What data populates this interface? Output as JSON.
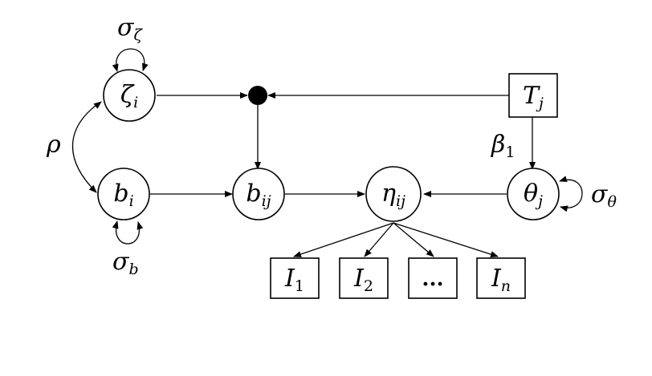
{
  "nodes": {
    "zeta_i": {
      "main": "ζ",
      "sub": "i"
    },
    "b_i": {
      "main": "b",
      "sub": "i"
    },
    "b_ij": {
      "main": "b",
      "sub": "ij"
    },
    "eta_ij": {
      "main": "η",
      "sub": "ij"
    },
    "theta_j": {
      "main": "θ",
      "sub": "j"
    },
    "T_j": {
      "main": "T",
      "sub": "j"
    },
    "I_1": {
      "main": "I",
      "sub": "1"
    },
    "I_2": {
      "main": "I",
      "sub": "2"
    },
    "I_dots": {
      "main": "..."
    },
    "I_n": {
      "main": "I",
      "sub": "n"
    }
  },
  "labels": {
    "sigma_zeta": {
      "main": "σ",
      "sub": "ζ"
    },
    "sigma_b": {
      "main": "σ",
      "sub": "b"
    },
    "sigma_theta": {
      "main": "σ",
      "sub": "θ"
    },
    "rho": {
      "main": "ρ"
    },
    "beta_1": {
      "main": "β",
      "sub": "1"
    }
  },
  "colors": {
    "stroke": "#000000",
    "background": "#ffffff",
    "junction": "#000000"
  }
}
